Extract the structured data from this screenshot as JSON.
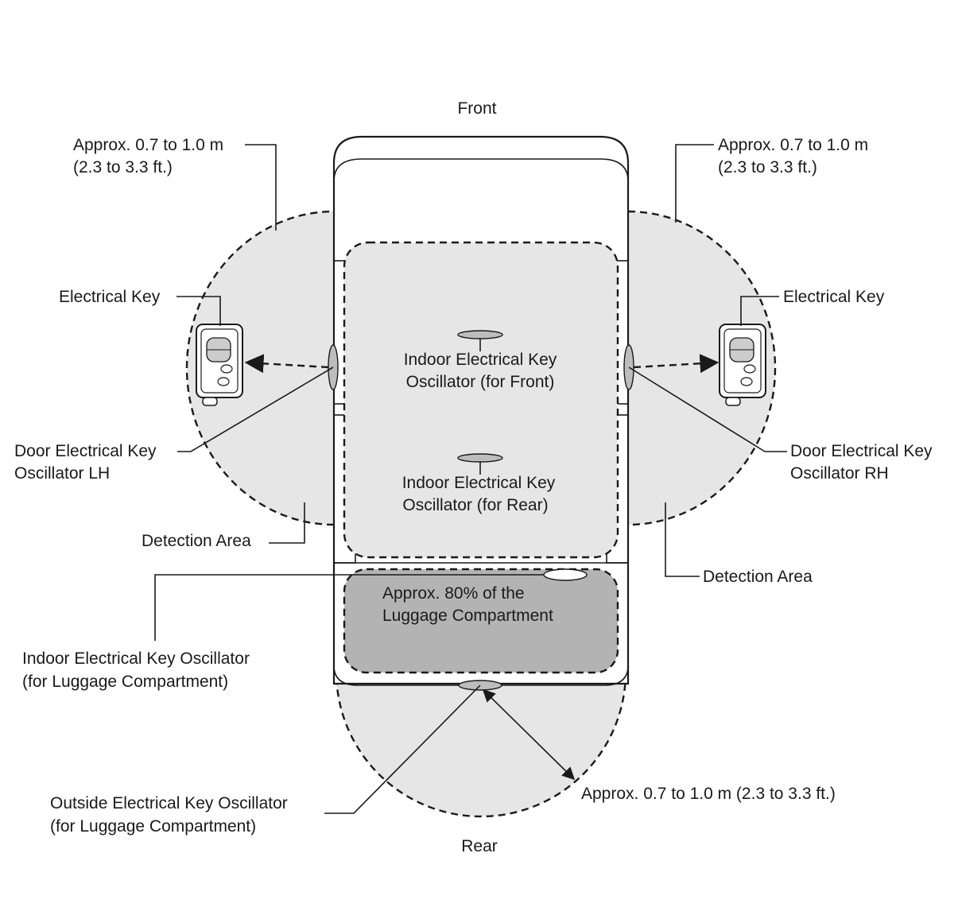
{
  "labels": {
    "front": "Front",
    "rear": "Rear",
    "range_lh": [
      "Approx. 0.7 to 1.0 m",
      "(2.3 to 3.3 ft.)"
    ],
    "range_rh": [
      "Approx. 0.7 to 1.0 m",
      "(2.3 to 3.3 ft.)"
    ],
    "key_lh": "Electrical Key",
    "key_rh": "Electrical Key",
    "door_osc_lh": [
      "Door Electrical Key",
      "Oscillator LH"
    ],
    "door_osc_rh": [
      "Door Electrical Key",
      "Oscillator RH"
    ],
    "indoor_front": [
      "Indoor Electrical Key",
      "Oscillator (for Front)"
    ],
    "indoor_rear": [
      "Indoor Electrical Key",
      "Oscillator (for Rear)"
    ],
    "detection_lh": "Detection Area",
    "detection_rh": "Detection Area",
    "luggage_area": [
      "Approx. 80% of the",
      "Luggage Compartment"
    ],
    "indoor_luggage": [
      "Indoor Electrical Key Oscillator",
      "(for Luggage Compartment)"
    ],
    "outside_luggage": [
      "Outside Electrical Key Oscillator",
      "(for Luggage Compartment)"
    ],
    "range_rear": "Approx. 0.7 to 1.0 m (2.3 to 3.3 ft.)"
  },
  "colors": {
    "detection_fill": "#e6e6e6",
    "luggage_fill": "#b3b3b3",
    "line": "#1a1a1a",
    "oscillator_fill": "#bdbdbd"
  },
  "icons": [
    "key-fob-icon",
    "arrow-icon"
  ]
}
